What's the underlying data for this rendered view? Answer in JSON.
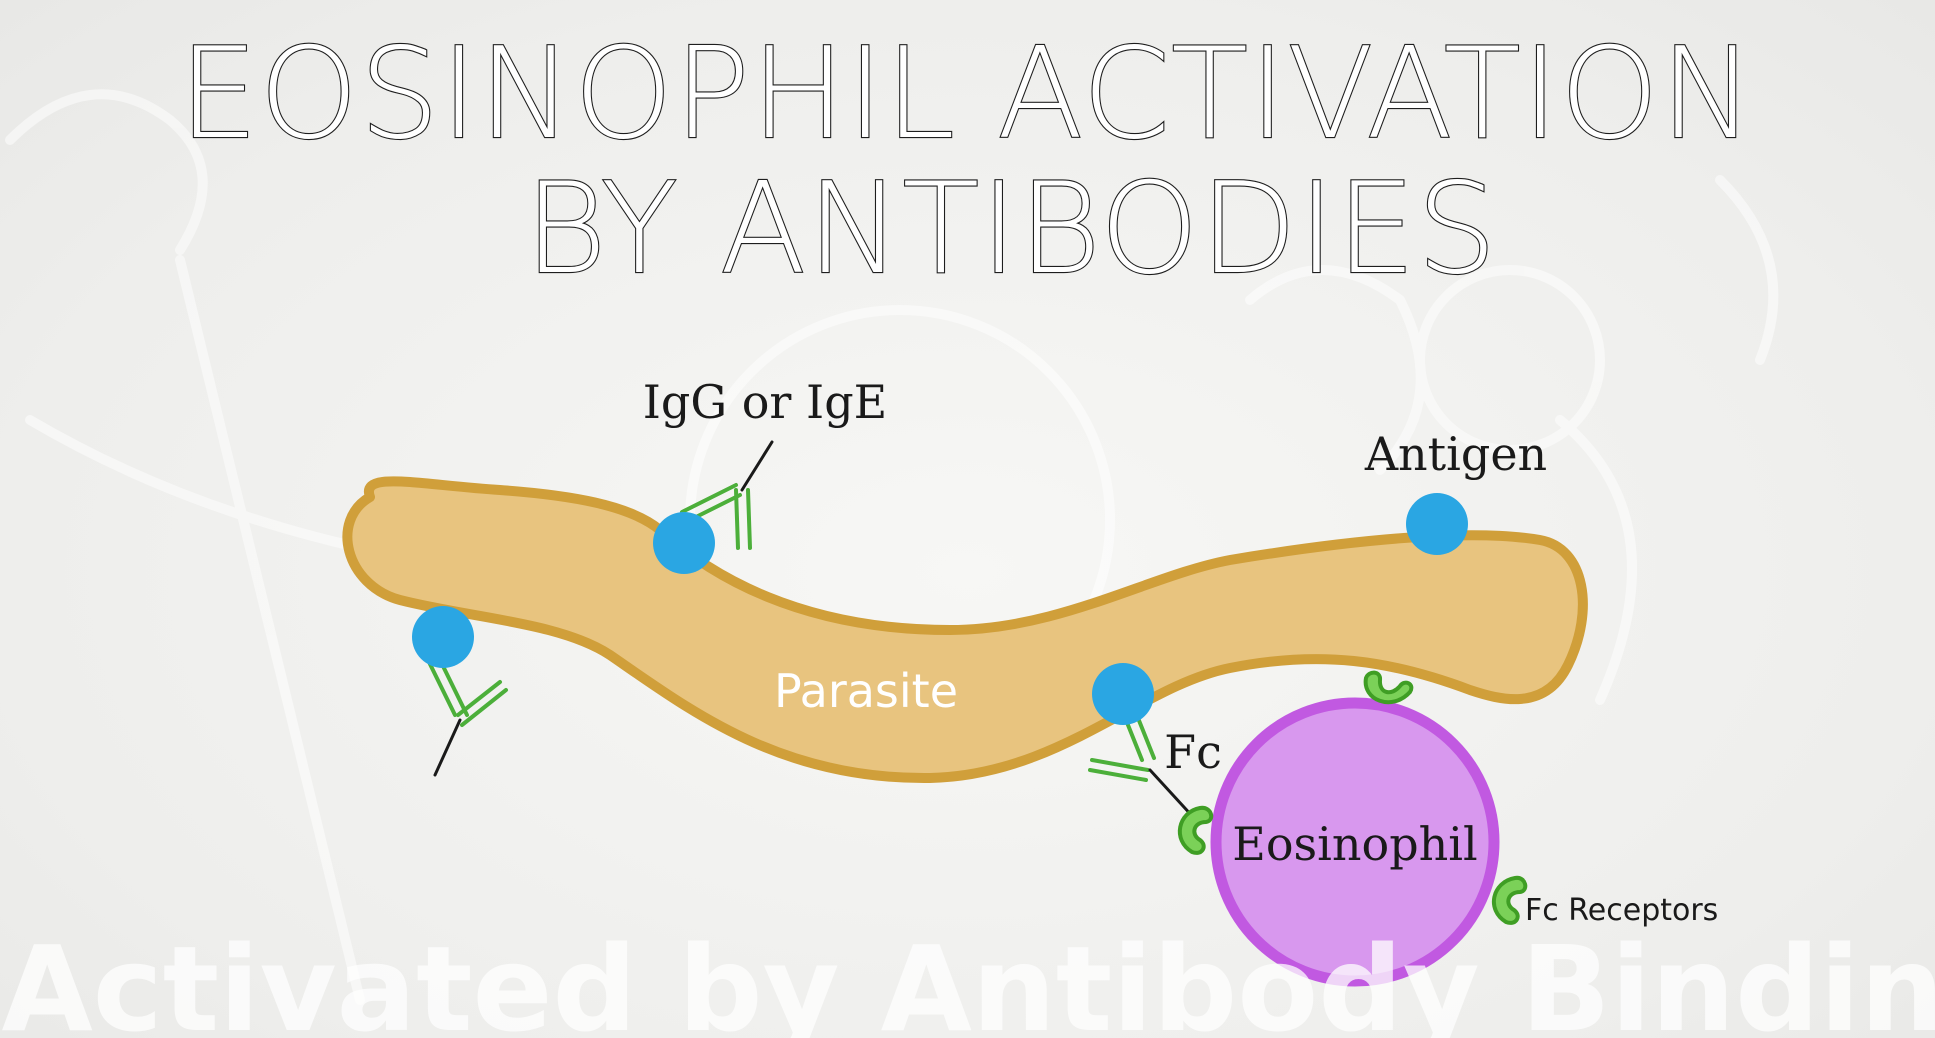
{
  "title": {
    "line1": "EOSINOPHIL ACTIVATION",
    "line2": "BY ANTIBODIES"
  },
  "labels": {
    "antibody": "IgG or IgE",
    "antigen": "Antigen",
    "parasite": "Parasite",
    "fc": "Fc",
    "eosinophil": "Eosinophil",
    "fc_receptors": "Fc Receptors"
  },
  "watermark": "Activated by Antibody Binding",
  "colors": {
    "parasite_fill": "#e8c47f",
    "parasite_outline": "#d09f3a",
    "antigen": "#2aa6e3",
    "antibody": "#4caf3a",
    "eosinophil_fill": "#d898ee",
    "eosinophil_outline": "#c159e1",
    "receptor": "#7bd158",
    "receptor_outline": "#3f9e24"
  }
}
